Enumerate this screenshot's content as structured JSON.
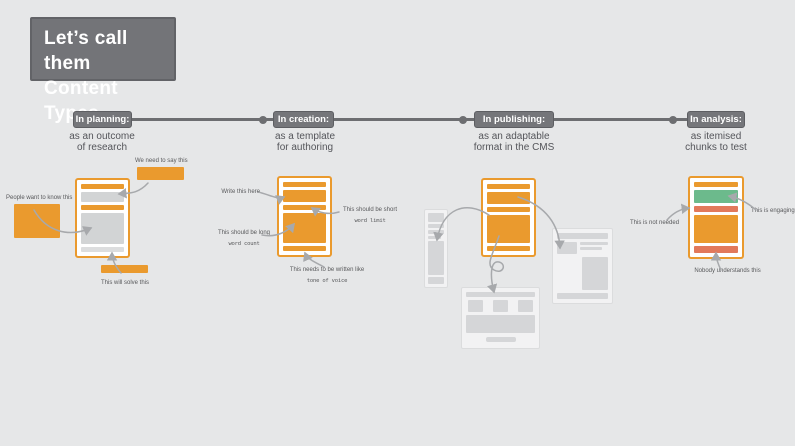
{
  "title": {
    "line1": "Let’s call them",
    "line2": "Content Types"
  },
  "timeline": {
    "stages": [
      {
        "label": "In planning:",
        "sub1": "as an outcome",
        "sub2": "of research"
      },
      {
        "label": "In creation:",
        "sub1": "as a template",
        "sub2": "for authoring"
      },
      {
        "label": "In publishing:",
        "sub1": "as an adaptable",
        "sub2": "format in the CMS"
      },
      {
        "label": "In analysis:",
        "sub1": "as itemised",
        "sub2": "chunks to test"
      }
    ]
  },
  "planning": {
    "say": "We need to say this",
    "know": "People want to know this",
    "solve": "This will solve this"
  },
  "creation": {
    "write_here": "Write this here",
    "short": "This should be short",
    "short_mono": "word limit",
    "long": "This should be long",
    "long_mono": "word count",
    "tone": "This needs to be written like",
    "tone_mono": "tone of voice"
  },
  "analysis": {
    "engaging": "This is engaging",
    "not_needed": "This is not needed",
    "nobody": "Nobody understands this"
  },
  "colors": {
    "background": "#E6E7E8",
    "gray_dark": "#6D6E71",
    "orange": "#EA9A2E",
    "salmon": "#E2795B",
    "green": "#6CBA8C",
    "wireframe_gray": "#D2D4D5",
    "arrow_gray": "#A7A9AC",
    "text": "#58595B"
  }
}
